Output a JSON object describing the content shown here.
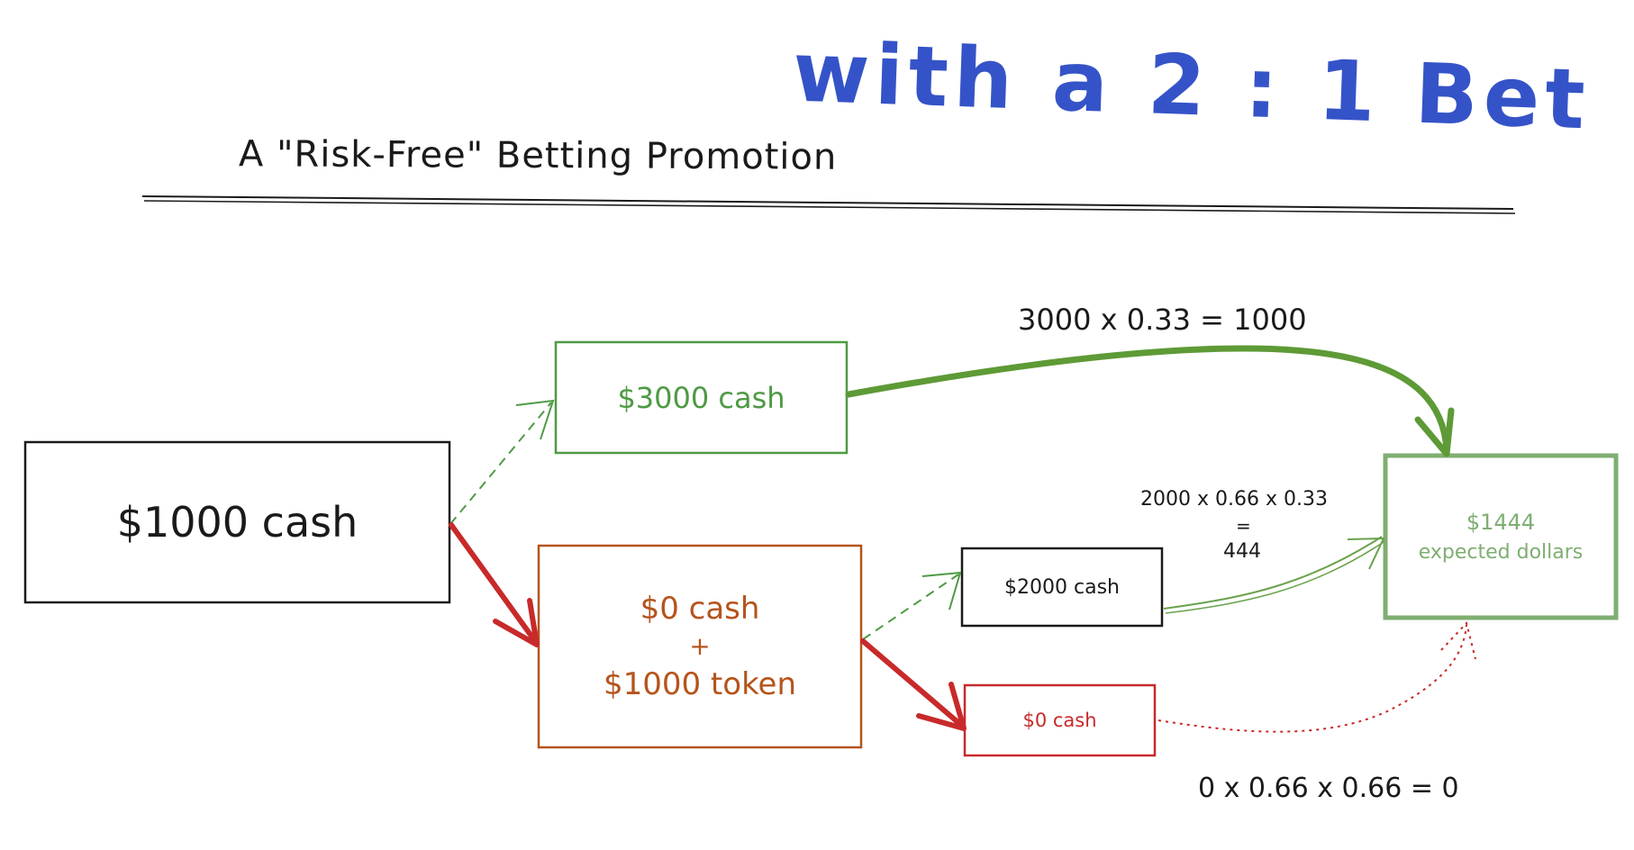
{
  "header": {
    "headline": "with a 2 : 1 Bet",
    "subtitle": "A \"Risk-Free\" Betting Promotion"
  },
  "nodes": {
    "start": {
      "label": "$1000 cash"
    },
    "win": {
      "label": "$3000 cash"
    },
    "loss": {
      "line1": "$0 cash",
      "line2": "+",
      "line3": "$1000 token"
    },
    "token_win": {
      "label": "$2000 cash"
    },
    "token_loss": {
      "label": "$0 cash"
    },
    "result": {
      "line1": "$1444",
      "line2": "expected dollars"
    }
  },
  "equations": {
    "win_path": "3000 x 0.33 = 1000",
    "token_win_line1": "2000 x 0.66 x 0.33",
    "token_win_line2": "=",
    "token_win_line3": "444",
    "token_loss_path": "0 x 0.66 x 0.66 = 0"
  },
  "colors": {
    "ink": "#1a1a1a",
    "green": "#4e9a44",
    "green_soft": "#7fae72",
    "orange": "#b5541c",
    "red": "#c82a2a",
    "blue": "#3553c8"
  }
}
